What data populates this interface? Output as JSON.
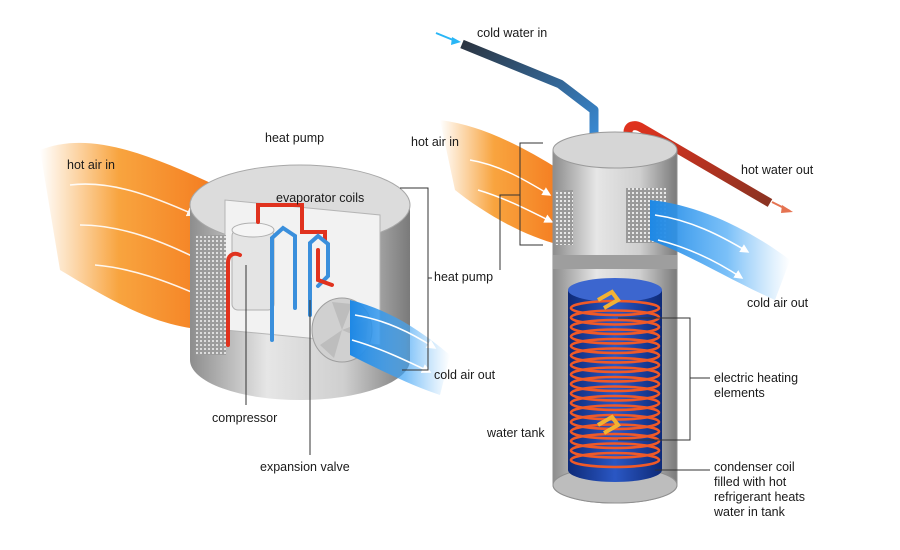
{
  "labels": {
    "cold_water_in": "cold water in",
    "heat_pump_top": "heat pump",
    "hot_air_in_left": "hot air in",
    "evaporator_coils": "evaporator coils",
    "hot_air_in_right": "hot air in",
    "hot_water_out": "hot water out",
    "heat_pump_middle": "heat pump",
    "cold_air_out_right": "cold air out",
    "cold_air_out_left": "cold air out",
    "electric_heating_line1": "electric heating",
    "electric_heating_line2": "elements",
    "compressor": "compressor",
    "water_tank": "water tank",
    "expansion_valve": "expansion valve",
    "condenser_line1": "condenser coil",
    "condenser_line2": "filled with hot",
    "condenser_line3": "refrigerant heats",
    "condenser_line4": "water in tank"
  },
  "colors": {
    "hot_air": "#f7941d",
    "cold_air": "#1e88e5",
    "hot_pipe": "#e0321e",
    "cold_pipe": "#3a8fdc",
    "tank_inner": "#1a3f9e",
    "coil": "#f05a28",
    "metal": "#c8c8c8"
  }
}
